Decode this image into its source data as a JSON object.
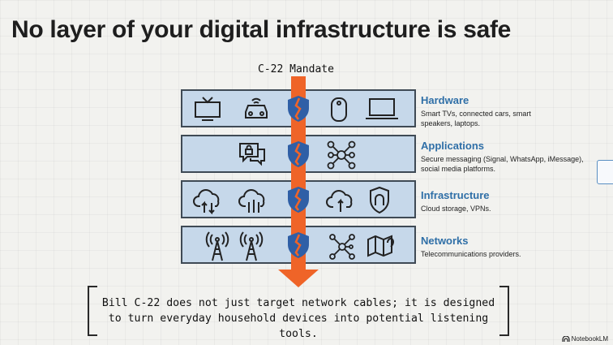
{
  "title": "No layer of your digital infrastructure is safe",
  "arrow_label": "C-22 Mandate",
  "layers": [
    {
      "heading": "Hardware",
      "desc": "Smart TVs, connected cars, smart speakers, laptops.",
      "icons": [
        "tv-icon",
        "car-icon",
        "smart-speaker-icon",
        "laptop-icon"
      ]
    },
    {
      "heading": "Applications",
      "desc": "Secure messaging (Signal, WhatsApp, iMessage), social media platforms.",
      "icons": [
        "secure-chat-icon",
        "social-network-icon"
      ]
    },
    {
      "heading": "Infrastructure",
      "desc": "Cloud storage, VPNs.",
      "icons": [
        "cloud-upload-icon",
        "cloud-sync-icon",
        "cloud-icon",
        "vpn-shield-icon"
      ]
    },
    {
      "heading": "Networks",
      "desc": "Telecommunications providers.",
      "icons": [
        "radio-tower-icon",
        "radio-tower-icon",
        "network-nodes-icon",
        "map-pin-icon"
      ]
    }
  ],
  "quote": "Bill C-22 does not just target network cables; it is designed to turn everyday household devices into potential listening tools.",
  "brand": "NotebookLM",
  "colors": {
    "accent_blue": "#2f6fa7",
    "layer_fill": "#c6d8ea",
    "arrow_orange": "#ef6428",
    "shield_blue": "#2f5fa6"
  }
}
